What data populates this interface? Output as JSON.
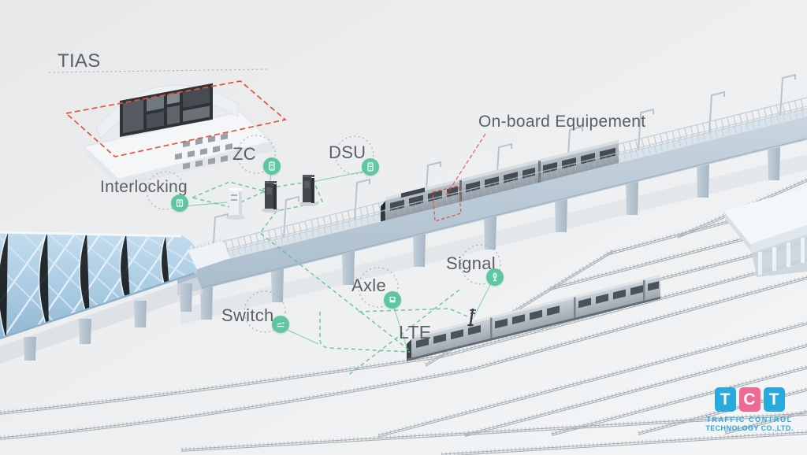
{
  "diagram": {
    "labels": {
      "tias": "TIAS",
      "interlocking": "Interlocking",
      "zc": "ZC",
      "dsu": "DSU",
      "onboard": "On-board Equipement",
      "signal": "Signal",
      "axle": "Axle",
      "switch": "Switch",
      "lte": "LTE"
    },
    "icon_names": {
      "zc": "server-rack-icon",
      "dsu": "server-rack-icon",
      "interlocking": "equipment-cabinet-icon",
      "signal": "signal-mast-icon",
      "axle": "axle-counter-icon",
      "switch": "point-machine-icon"
    },
    "colors": {
      "annotation_teal": "#53BF96",
      "icon_fill": "#5EC6A3",
      "annotation_red": "#E2543C",
      "dotted_grey": "#A6ACB2",
      "label_text": "#5B6065"
    }
  },
  "logo": {
    "letters": [
      "T",
      "C",
      "T"
    ],
    "line1": "TRAFFIC CONTROL",
    "line2": "TECHNOLOGY CO.,LTD.",
    "colors": {
      "block_blue": "#2AA9DE",
      "block_pink": "#EF6A92",
      "text_blue": "#29A8DC"
    }
  }
}
